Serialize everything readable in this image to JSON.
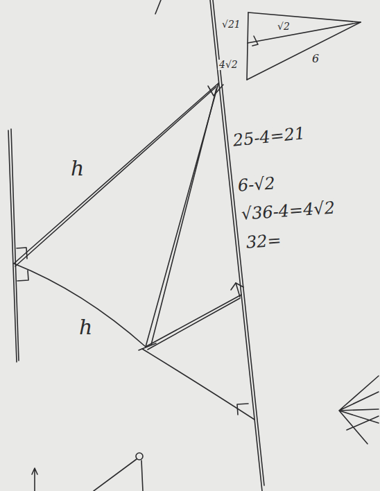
{
  "diagram": {
    "labels": [
      "h",
      "h",
      "√21",
      "√2",
      "4√2",
      "6",
      "25-4=21",
      "6-√2",
      "√36-4=4√2",
      "32="
    ]
  }
}
